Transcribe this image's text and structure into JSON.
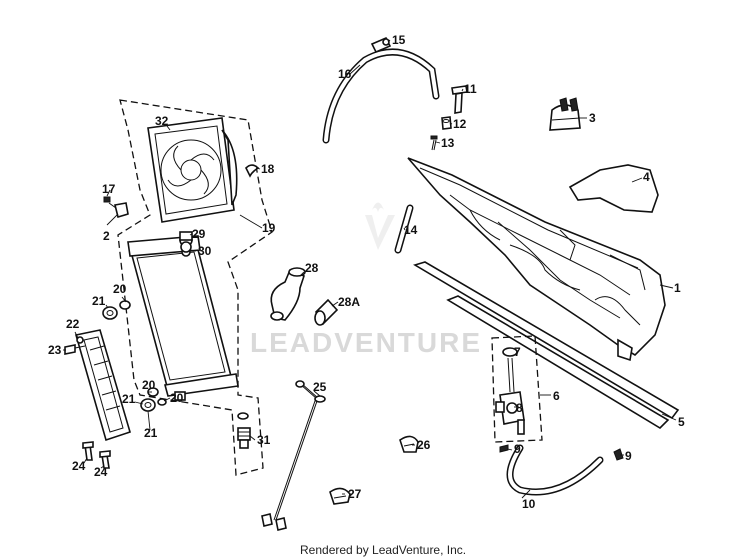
{
  "diagram": {
    "watermark_text": "LEADVENTURE",
    "footer_text": "Rendered by LeadVenture, Inc.",
    "callouts": [
      "1",
      "2",
      "3",
      "4",
      "5",
      "6",
      "7",
      "8",
      "9",
      "9",
      "10",
      "11",
      "12",
      "13",
      "14",
      "15",
      "16",
      "17",
      "18",
      "19",
      "20",
      "20",
      "20",
      "21",
      "21",
      "21",
      "22",
      "23",
      "24",
      "24",
      "25",
      "26",
      "27",
      "28",
      "28A",
      "29",
      "30",
      "31",
      "32"
    ]
  }
}
